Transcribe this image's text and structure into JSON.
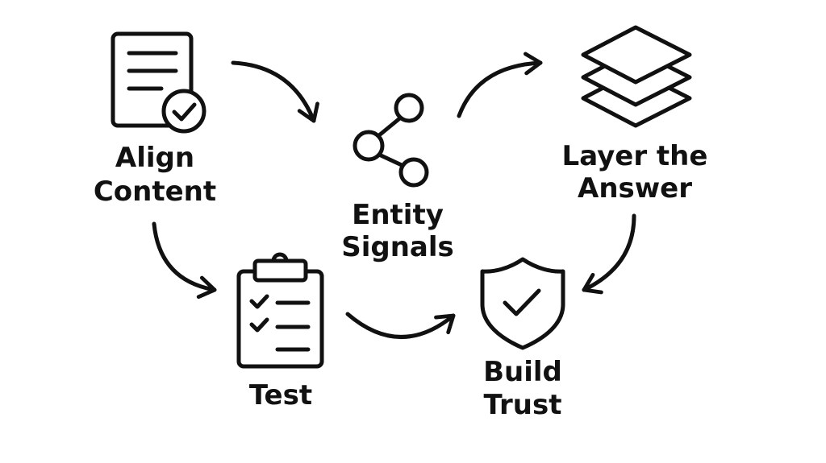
{
  "nodes": {
    "align_content": {
      "line1": "Align",
      "line2": "Content",
      "icon": "document-check-icon"
    },
    "entity_signals": {
      "line1": "Entity",
      "line2": "Signals",
      "icon": "share-nodes-icon"
    },
    "layer_answer": {
      "line1": "Layer the",
      "line2": "Answer",
      "icon": "stacked-layers-icon"
    },
    "test": {
      "line1": "Test",
      "icon": "clipboard-checklist-icon"
    },
    "build_trust": {
      "line1": "Build",
      "line2": "Trust",
      "icon": "shield-check-icon"
    }
  },
  "colors": {
    "ink": "#111111",
    "background": "#ffffff"
  }
}
